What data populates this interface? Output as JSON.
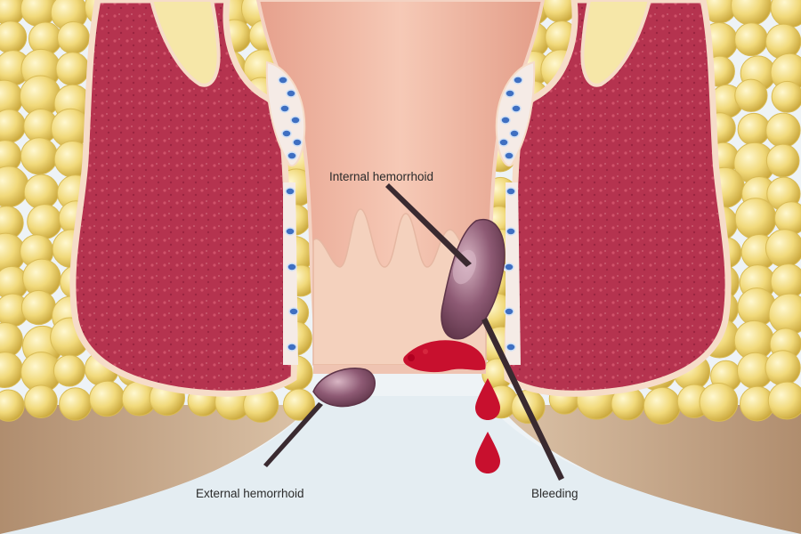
{
  "labels": {
    "internal": "Internal hemorrhoid",
    "external": "External hemorrhoid",
    "bleeding": "Bleeding"
  },
  "colors": {
    "background": "#eef3f6",
    "fat": "#f0d672",
    "muscle": "#b5334f",
    "canal": "#f2b9a5",
    "skin": "#c9a98a",
    "hemorrhoid": "#8a5870",
    "blood": "#c8102e",
    "pointer": "#3a2a30"
  },
  "icons": [
    "fat-globule-icon",
    "blood-drop-icon",
    "vein-cluster-icon"
  ]
}
